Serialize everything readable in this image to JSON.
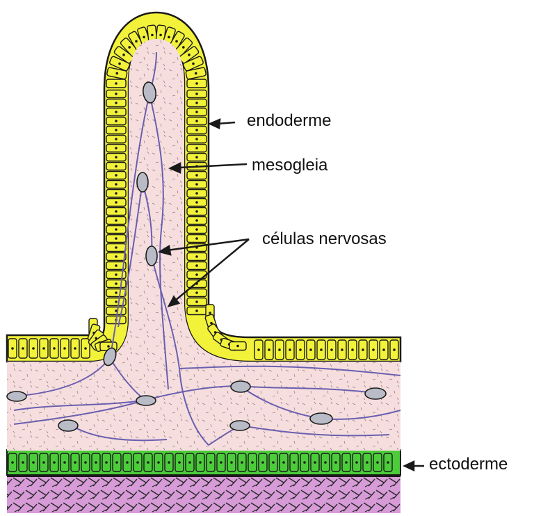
{
  "labels": {
    "endoderm": "endoderme",
    "mesoglea": "mesogleia",
    "nerve_cells": "células nervosas",
    "ectoderm": "ectoderme"
  },
  "colors": {
    "endoderm_fill": "#f2f23a",
    "ectoderm_fill": "#4ccc3a",
    "mesoglea_fill": "#f6dede",
    "base_tissue": "#d79bd8",
    "nerve_fiber": "#6a5fb0",
    "nerve_cell": "#b9bcc6",
    "outline": "#1a1a1a"
  }
}
